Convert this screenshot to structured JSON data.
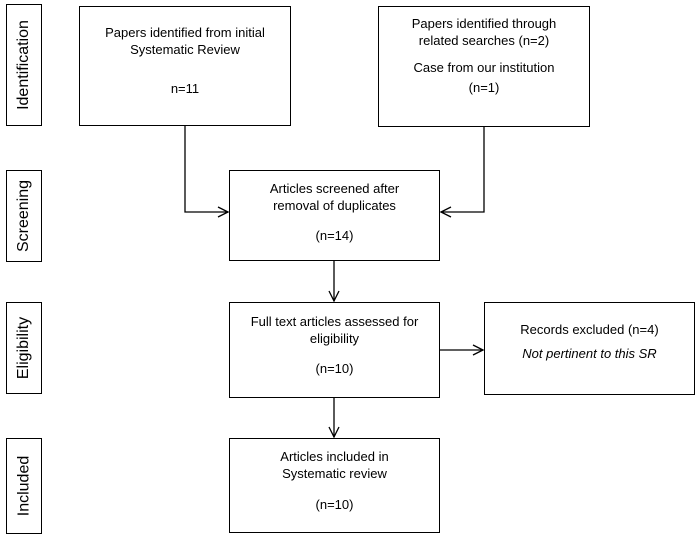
{
  "stages": {
    "identification": "Identification",
    "screening": "Screening",
    "eligibility": "Eligibility",
    "included": "Included"
  },
  "boxes": {
    "initial_review": {
      "line1": "Papers identified from initial",
      "line2": "Systematic Review",
      "count": "n=11"
    },
    "related_searches": {
      "line1": "Papers identified through",
      "line2": "related searches (n=2)",
      "line3": "Case from our institution",
      "count": "(n=1)"
    },
    "screened": {
      "line1": "Articles screened after",
      "line2": "removal of duplicates",
      "count": "(n=14)"
    },
    "full_text": {
      "line1": "Full text articles assessed for",
      "line2": "eligibility",
      "count": "(n=10)"
    },
    "excluded": {
      "line1": "Records excluded (n=4)",
      "reason": "Not pertinent to this SR"
    },
    "included": {
      "line1": "Articles included in",
      "line2": "Systematic review",
      "count": "(n=10)"
    }
  }
}
